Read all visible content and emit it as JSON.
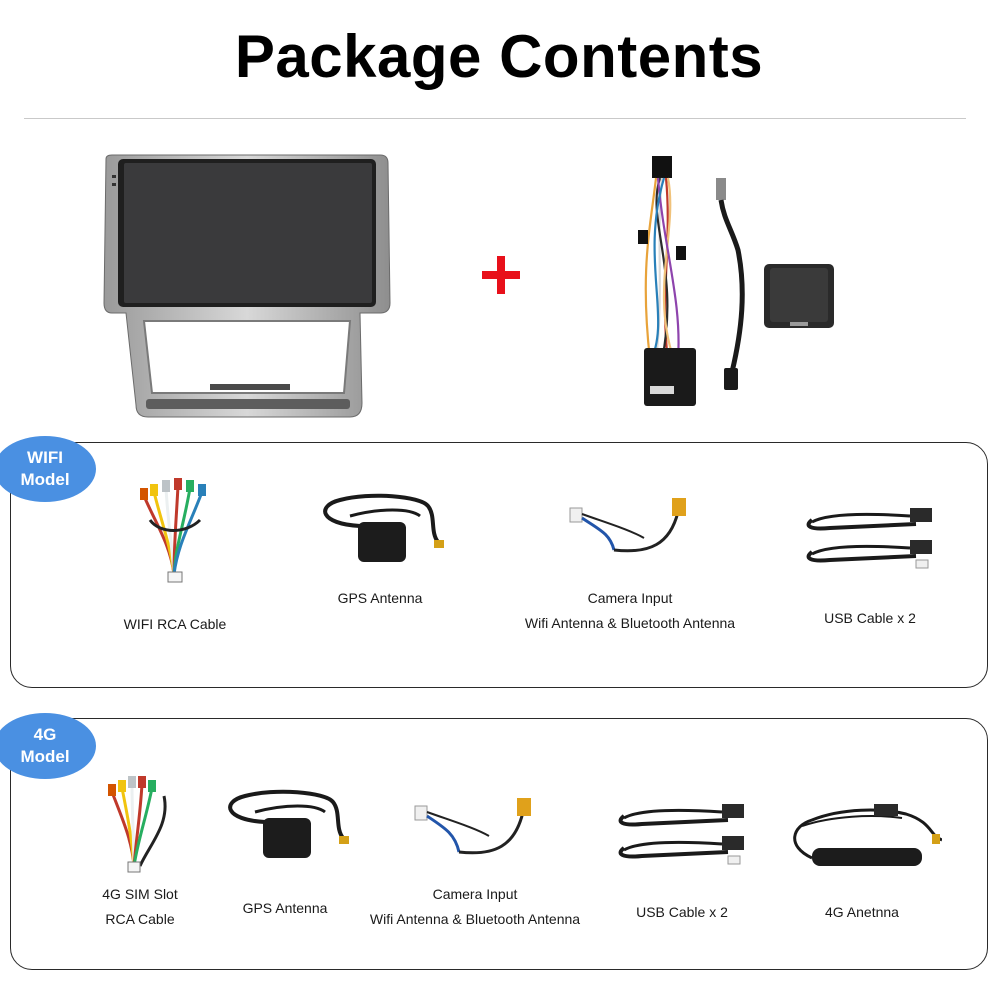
{
  "title": "Package Contents",
  "colors": {
    "plus": "#e8101a",
    "badge": "#4a90e2"
  },
  "wifi": {
    "badge": [
      "WIFI",
      "Model"
    ],
    "items": [
      {
        "lines": [
          "WIFI RCA Cable"
        ]
      },
      {
        "lines": [
          "GPS Antenna"
        ]
      },
      {
        "lines": [
          "Camera Input",
          "Wifi Antenna & Bluetooth Antenna"
        ]
      },
      {
        "lines": [
          "USB Cable x 2"
        ]
      }
    ]
  },
  "g4": {
    "badge": [
      "4G",
      "Model"
    ],
    "items": [
      {
        "lines": [
          "4G SIM Slot",
          "RCA Cable"
        ]
      },
      {
        "lines": [
          "GPS Antenna"
        ]
      },
      {
        "lines": [
          "Camera Input",
          "Wifi Antenna & Bluetooth Antenna"
        ]
      },
      {
        "lines": [
          "USB Cable x 2"
        ]
      },
      {
        "lines": [
          "4G Anetnna"
        ]
      }
    ]
  }
}
